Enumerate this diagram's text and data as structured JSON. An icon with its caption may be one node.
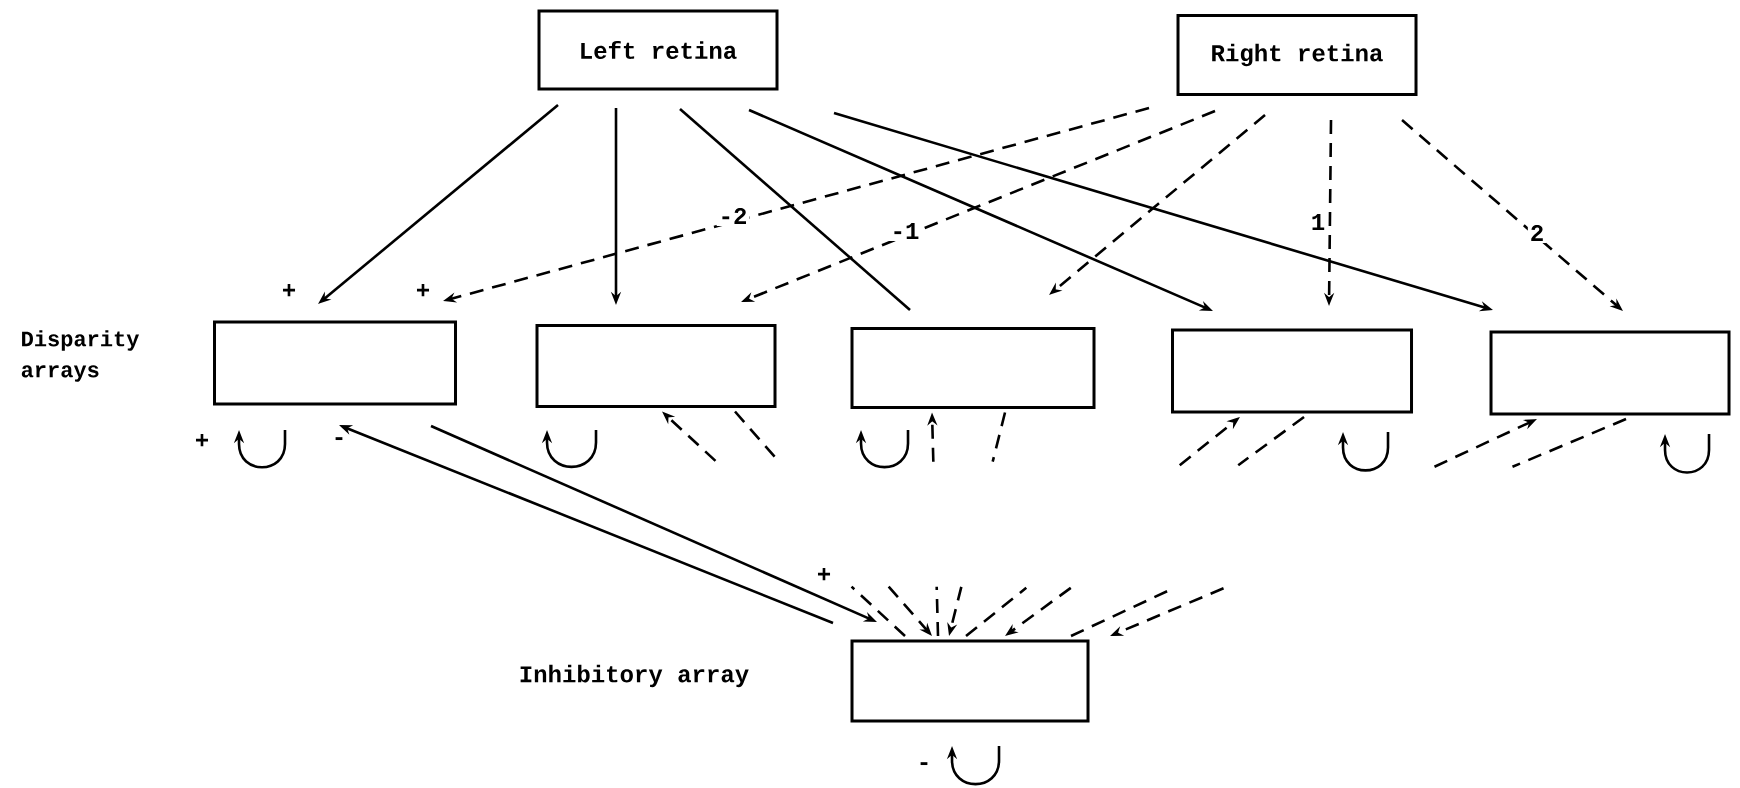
{
  "diagram": {
    "nodes": [
      {
        "text": [
          "Left retina"
        ]
      },
      {
        "text": [
          "Right retina"
        ]
      },
      {
        "text": [],
        "shape": "box"
      },
      {
        "text": [],
        "shape": "box"
      },
      {
        "text": [],
        "shape": "box"
      },
      {
        "text": [],
        "shape": "box"
      },
      {
        "text": [],
        "shape": "box"
      },
      {
        "text": [],
        "shape": "box"
      }
    ],
    "edges": [
      {
        "from": 0,
        "to": 2,
        "arrow": "to"
      },
      {
        "from": 0,
        "to": 3,
        "arrow": "to"
      },
      {
        "from": 0,
        "to": 4,
        "arrow": "none"
      },
      {
        "from": 0,
        "to": 5,
        "arrow": "to"
      },
      {
        "from": 0,
        "to": 6,
        "arrow": "to"
      },
      {
        "from": 1,
        "to": 2,
        "arrow": "to",
        "style": "dashed",
        "label": "-2"
      },
      {
        "from": 1,
        "to": 3,
        "arrow": "to",
        "style": "dashed",
        "label": "-1"
      },
      {
        "from": 1,
        "to": 4,
        "arrow": "to",
        "style": "dashed"
      },
      {
        "from": 1,
        "to": 5,
        "arrow": "to",
        "style": "dashed",
        "label": "1"
      },
      {
        "from": 1,
        "to": 6,
        "arrow": "to",
        "style": "dashed",
        "label": "2"
      },
      {
        "from": 2,
        "to": 2,
        "arrow": "to"
      },
      {
        "from": 3,
        "to": 3,
        "arrow": "to"
      },
      {
        "from": 4,
        "to": 4,
        "arrow": "to"
      },
      {
        "from": 5,
        "to": 5,
        "arrow": "to"
      },
      {
        "from": 6,
        "to": 6,
        "arrow": "to"
      },
      {
        "from": 7,
        "to": 7,
        "arrow": "to"
      },
      {
        "from": 7,
        "to": 2,
        "arrow": "to"
      },
      {
        "from": 2,
        "to": 7,
        "arrow": "to"
      },
      {
        "from": null,
        "to": 3,
        "arrow": "to",
        "style": "dashed"
      },
      {
        "from": 3,
        "to": null,
        "arrow": "none",
        "style": "dashed"
      },
      {
        "from": 7,
        "to": null,
        "arrow": "none",
        "style": "dashed"
      },
      {
        "from": null,
        "to": 7,
        "arrow": "to",
        "style": "dashed"
      },
      {
        "from": null,
        "to": 4,
        "arrow": "to",
        "style": "dashed"
      },
      {
        "from": 4,
        "to": null,
        "arrow": "none",
        "style": "dashed"
      },
      {
        "from": 7,
        "to": null,
        "arrow": "none",
        "style": "dashed"
      },
      {
        "from": null,
        "to": 7,
        "arrow": "to",
        "style": "dashed"
      },
      {
        "from": null,
        "to": 5,
        "arrow": "to",
        "style": "dashed"
      },
      {
        "from": 5,
        "to": null,
        "arrow": "none",
        "style": "dashed"
      },
      {
        "from": 7,
        "to": null,
        "arrow": "none",
        "style": "dashed"
      },
      {
        "from": null,
        "to": 7,
        "arrow": "to",
        "style": "dashed"
      },
      {
        "from": null,
        "to": 6,
        "arrow": "to",
        "style": "dashed"
      },
      {
        "from": 6,
        "to": null,
        "arrow": "none",
        "style": "dashed"
      },
      {
        "from": 7,
        "to": null,
        "arrow": "none",
        "style": "dashed"
      },
      {
        "from": null,
        "to": 7,
        "arrow": "to",
        "style": "dashed"
      }
    ],
    "labels": [
      "Disparity arrays",
      "+",
      "+",
      "+",
      "-",
      "+",
      "Inhibitory array",
      "-"
    ]
  }
}
